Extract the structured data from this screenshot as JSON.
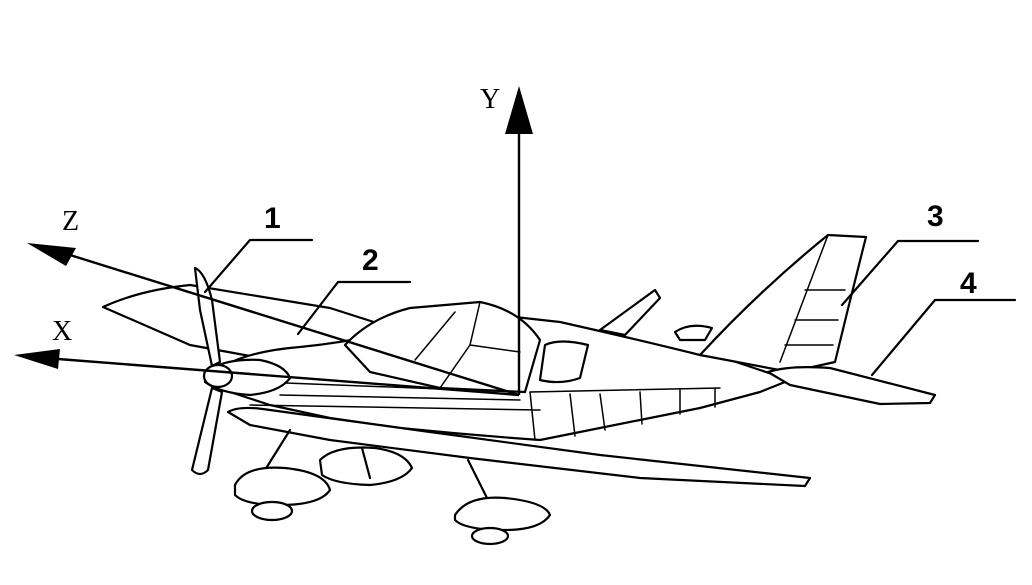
{
  "axes": {
    "x_label": "X",
    "y_label": "Y",
    "z_label": "Z"
  },
  "callouts": [
    "1",
    "2",
    "3",
    "4"
  ]
}
